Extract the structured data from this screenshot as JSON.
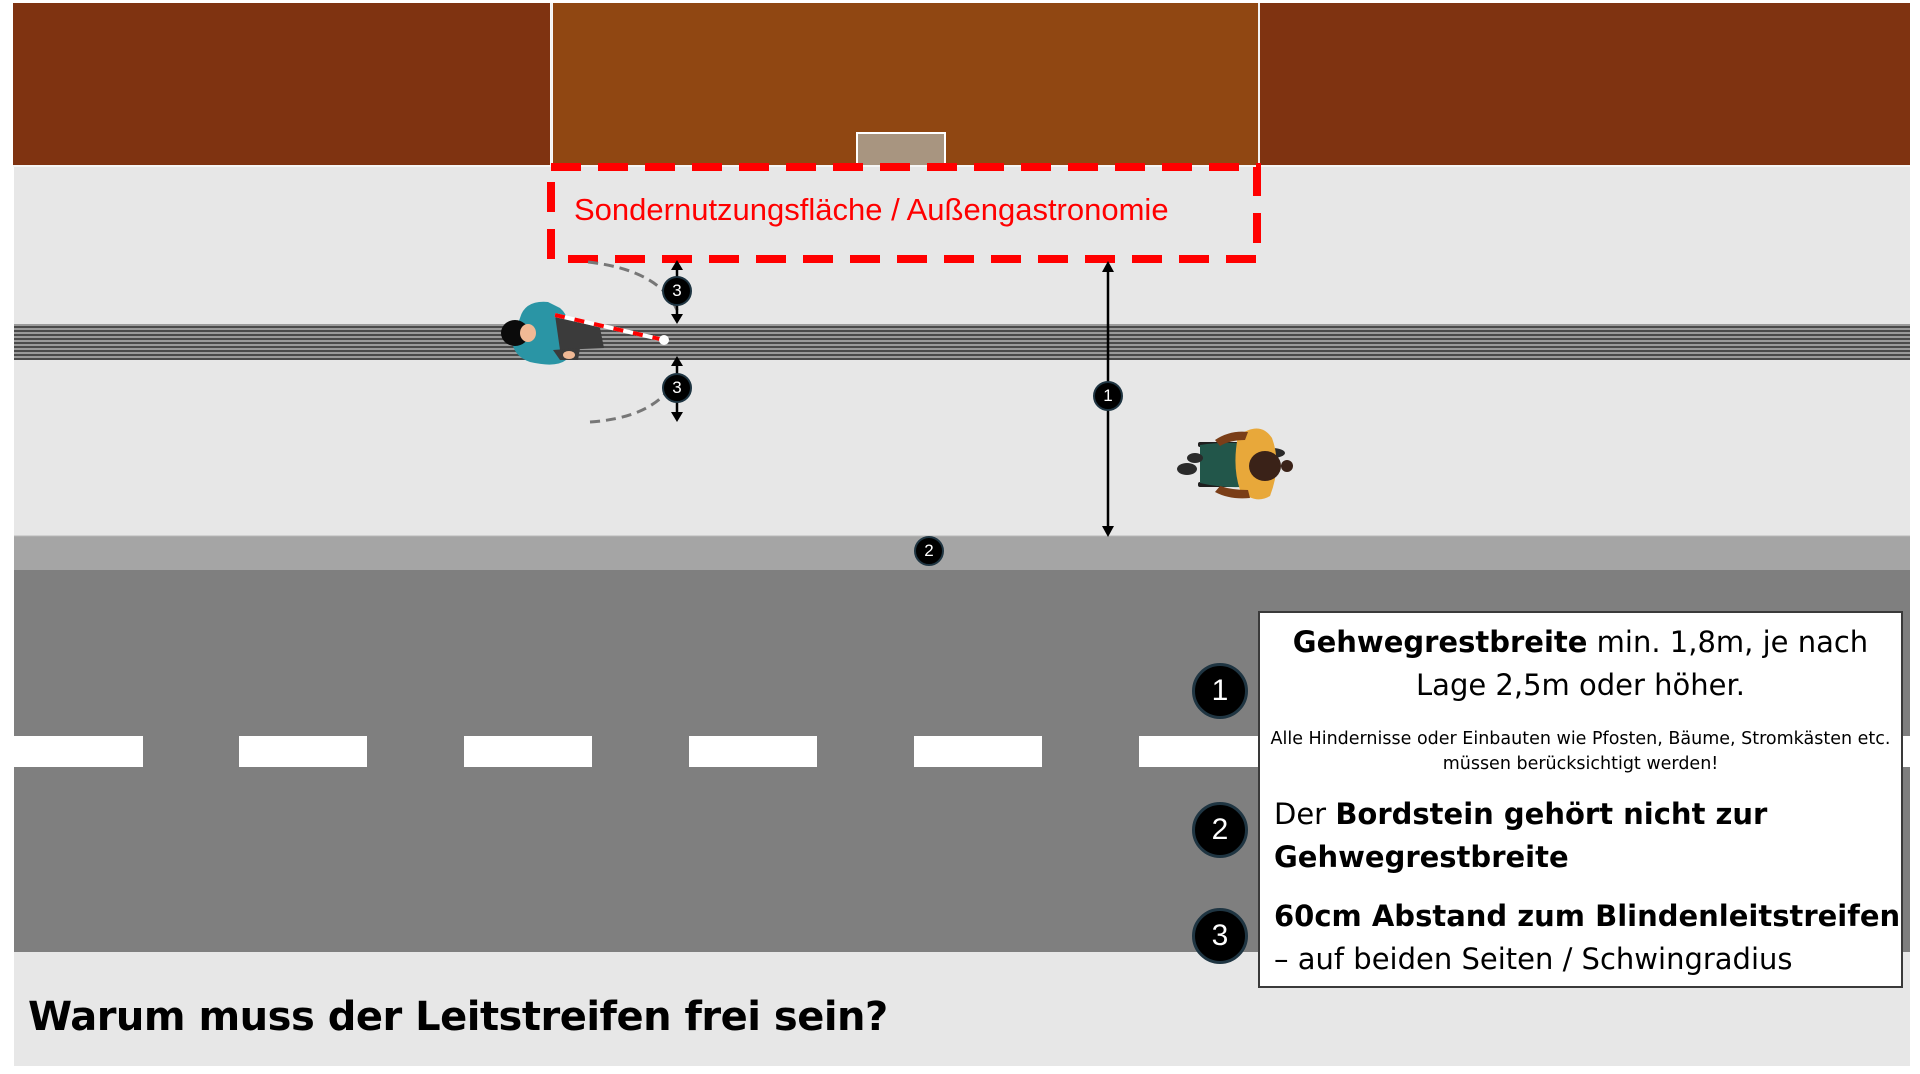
{
  "diagram": {
    "title": "Warum muss der Leitstreifen frei sein?",
    "zone_label": "Sondernutzungsfläche / Außengastronomie",
    "markers": {
      "m1": "1",
      "m2": "2",
      "m3": "3"
    },
    "legend": {
      "item1": {
        "number": "1",
        "bold": "Gehwegrestbreite",
        "text": " min. 1,8m, je nach Lage 2,5m oder höher.",
        "note": "Alle Hindernisse oder Einbauten wie Pfosten, Bäume, Stromkästen etc. müssen berücksichtigt werden!"
      },
      "item2": {
        "number": "2",
        "prefix": "Der ",
        "bold": "Bordstein gehört nicht zur Gehwegrestbreite"
      },
      "item3": {
        "number": "3",
        "bold": "60cm Abstand zum Blindenleitstreifen",
        "text": "– auf beiden Seiten / Schwingradius"
      }
    },
    "colors": {
      "building_dark": "#7f3311",
      "building_shop": "#904712",
      "door": "#a89580",
      "sidewalk": "#e7e7e7",
      "curb": "#a5a5a5",
      "road": "#7f7f7f",
      "zone_border": "#ff0000",
      "lane_marking": "#ffffff"
    }
  }
}
